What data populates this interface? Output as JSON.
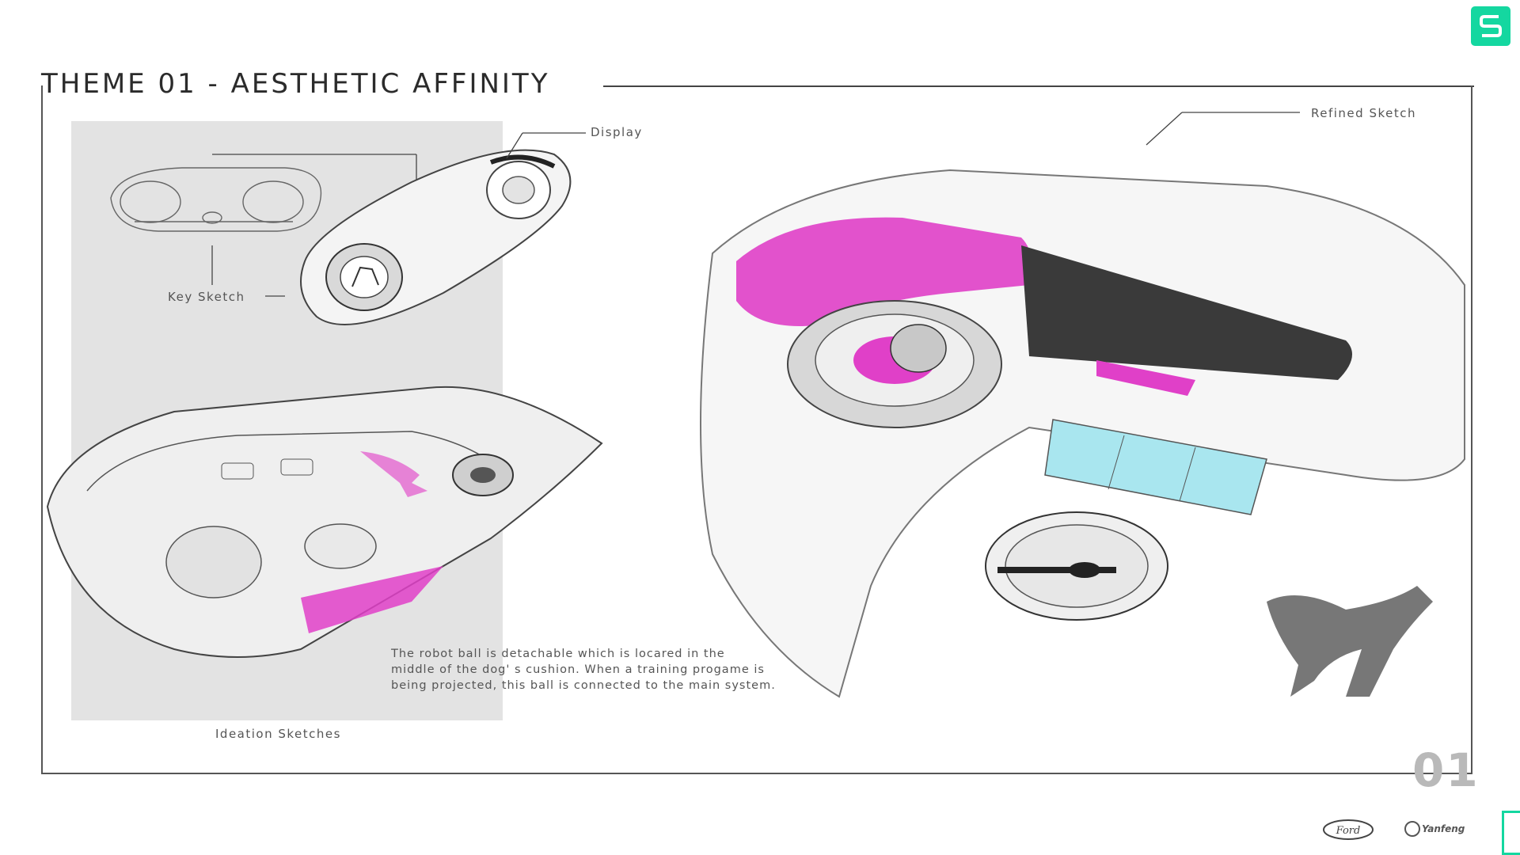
{
  "header": {
    "title": "THEME 01 - AESTHETIC AFFINITY"
  },
  "labels": {
    "display": "Display",
    "key_sketch": "Key Sketch",
    "refined_sketch": "Refined Sketch",
    "ideation_sketches": "Ideation Sketches"
  },
  "description": {
    "line1": "The robot ball is detachable which is locared in the",
    "line2": "middle of the dog' s cushion. When a training progame is",
    "line3": "being projected, this ball is connected to the main system."
  },
  "page_number": "01",
  "logos": {
    "ford": "Ford",
    "yanfeng": "Yanfeng"
  },
  "colors": {
    "accent_magenta": "#e040c8",
    "brand_green": "#14d7a0",
    "cyan_buttons": "#9fe3ee"
  }
}
